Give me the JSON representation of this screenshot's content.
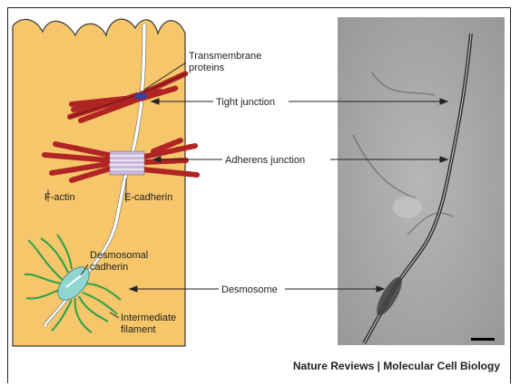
{
  "labels": {
    "transmembrane": [
      "Transmembrane",
      "proteins"
    ],
    "tight_junction": "Tight junction",
    "adherens_junction": "Adherens junction",
    "f_actin": "F-actin",
    "e_cadherin": "E-cadherin",
    "desmosomal_cadherin": [
      "Desmosomal",
      "cadherin"
    ],
    "intermediate_filament": [
      "Intermediate",
      "filament"
    ],
    "desmosome": "Desmosome"
  },
  "credit": {
    "brand": "Nature Reviews",
    "separator": " | ",
    "journal": "Molecular Cell Biology"
  },
  "colors": {
    "cell": "#f5c66a",
    "actin": "#b02424",
    "filament": "#2aa04a",
    "cadherin": "#c9b8d8",
    "plaque": "#8fd6d0",
    "journal": "#1f5aa6"
  }
}
